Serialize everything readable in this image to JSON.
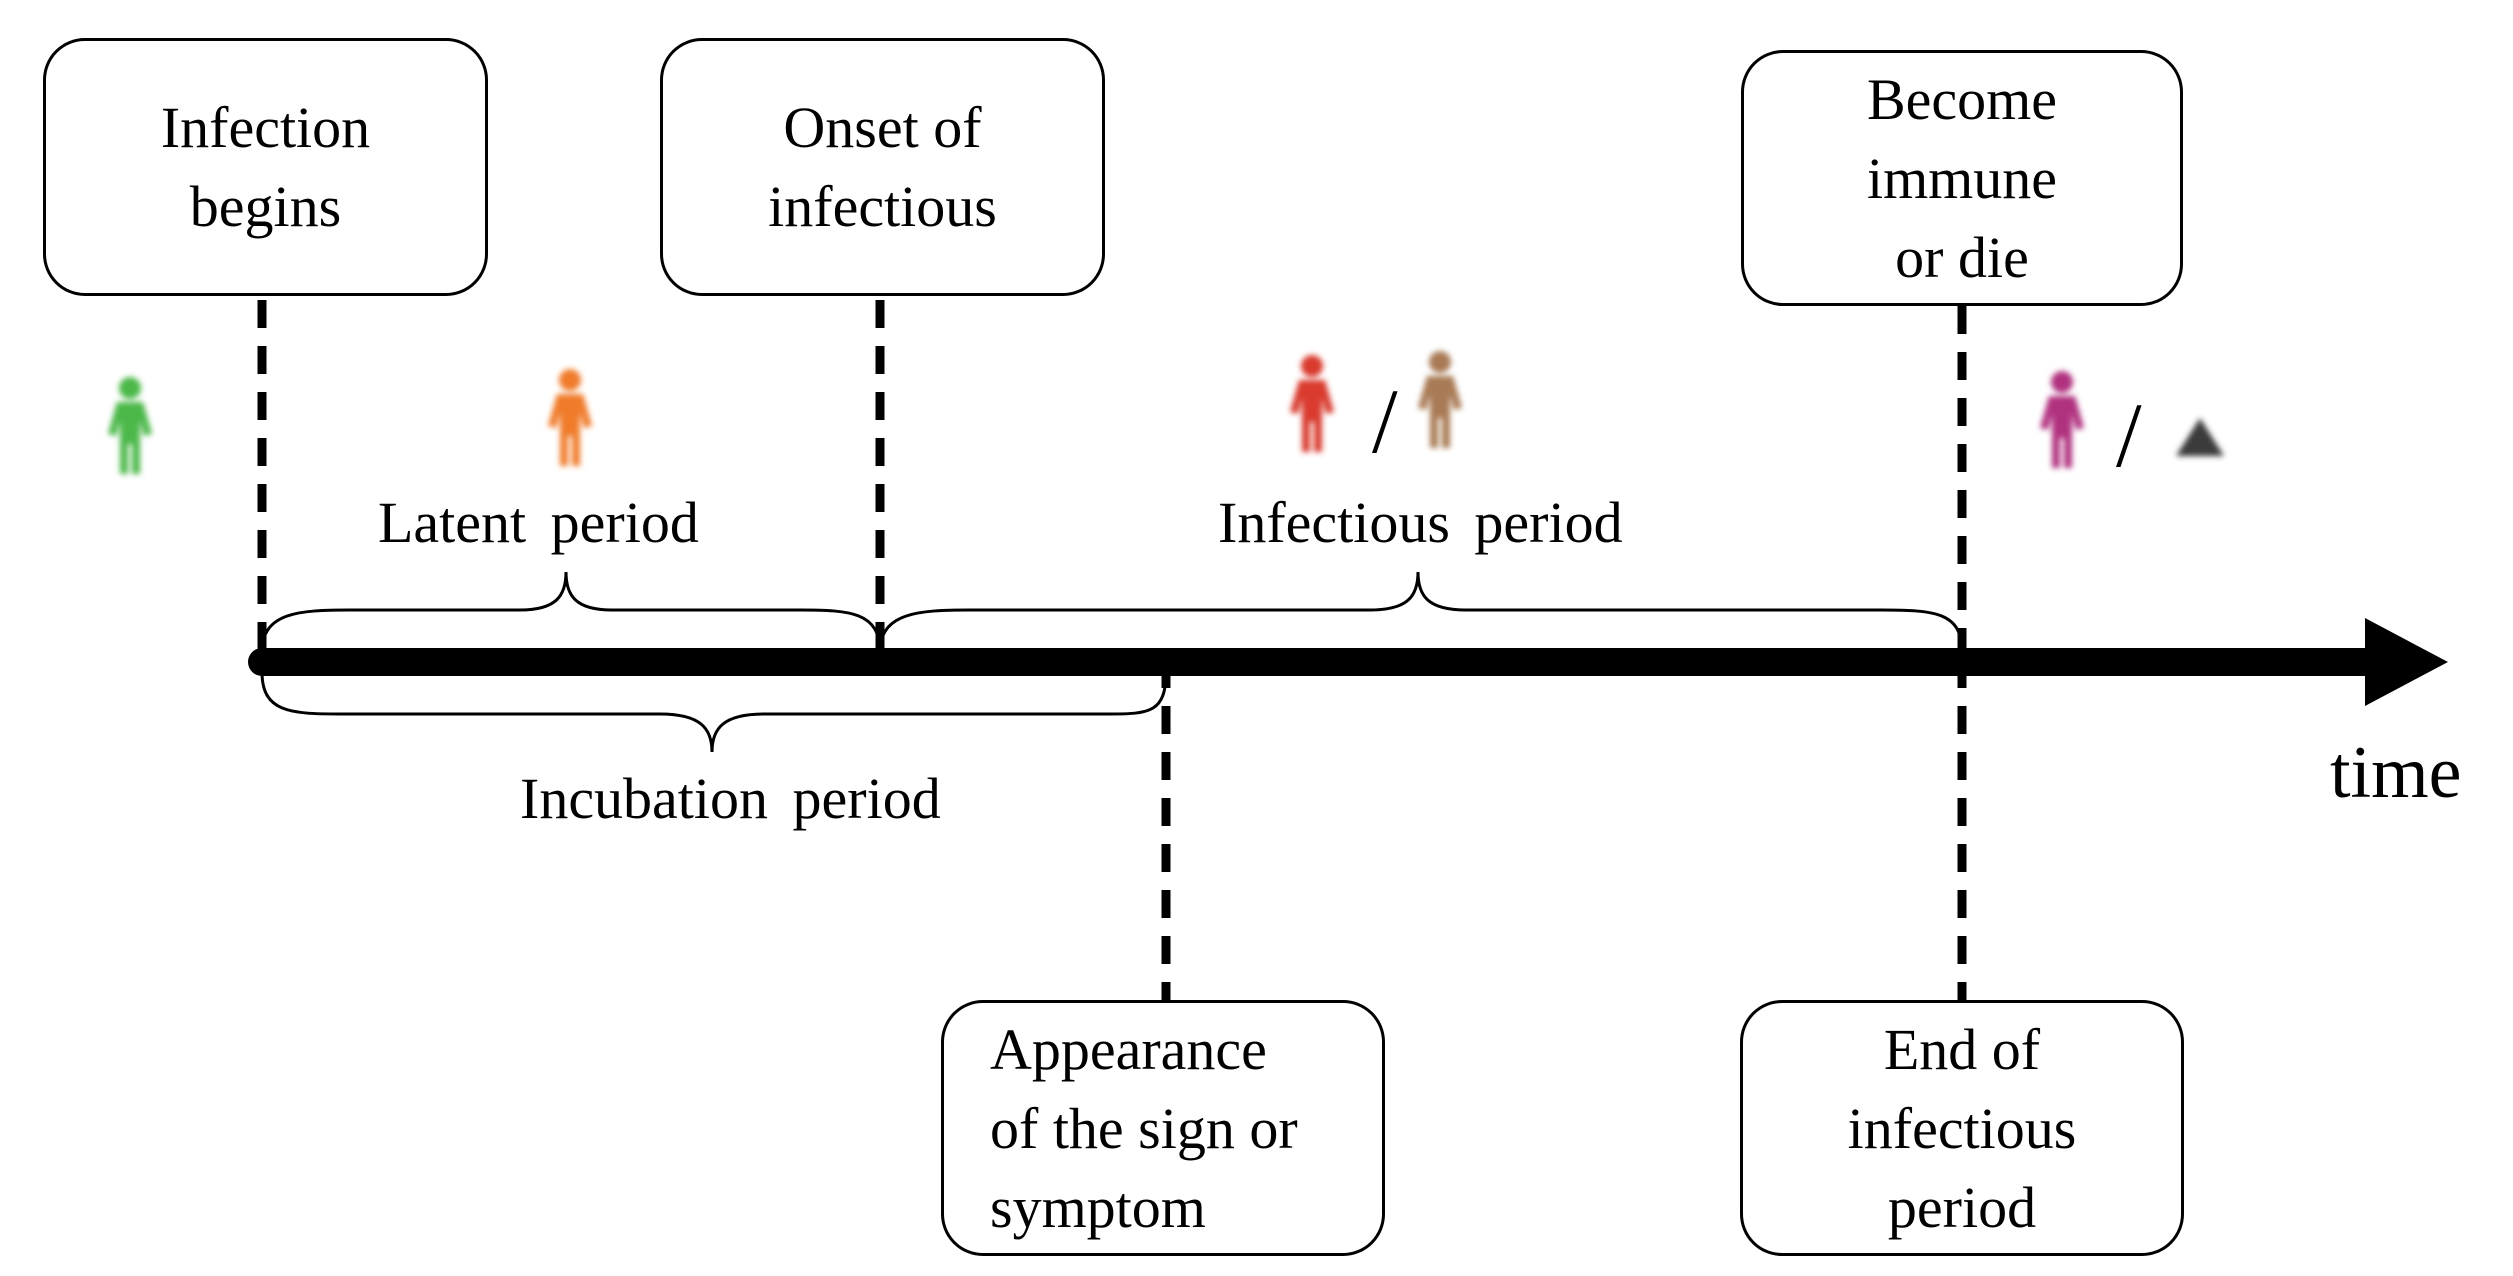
{
  "boxes": {
    "infection_begins": [
      "Infection",
      "begins"
    ],
    "onset_infectious": [
      "Onset of",
      "infectious"
    ],
    "become_immune": [
      "Become",
      "immune",
      "or die"
    ],
    "appearance_sign": [
      "Appearance",
      "of the sign or",
      "symptom"
    ],
    "end_infectious": [
      "End of",
      "infectious",
      "period"
    ]
  },
  "periods": {
    "latent": "Latent period",
    "infectious": "Infectious period",
    "incubation": "Incubation period"
  },
  "axis_label": "time",
  "status_icons": [
    {
      "name": "susceptible-person-icon",
      "color": "#4cb84a"
    },
    {
      "name": "latent-person-icon",
      "color": "#f07b2a"
    },
    {
      "name": "infectious-person-icon",
      "color": "#d93a2e"
    },
    {
      "name": "infectious-alt-person-icon",
      "color": "#a87a55"
    },
    {
      "name": "immune-person-icon",
      "color": "#b0307f"
    },
    {
      "name": "dead-marker-icon",
      "color": "#3a3a3a"
    }
  ],
  "icon_separators": [
    "/",
    "/"
  ]
}
